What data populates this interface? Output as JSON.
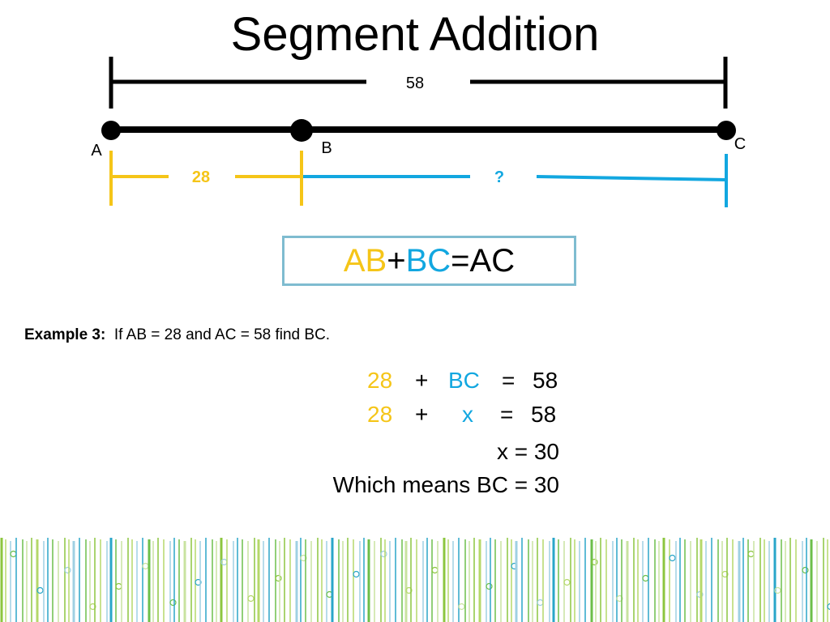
{
  "slide": {
    "title": "Segment Addition"
  },
  "diagram": {
    "total_length": "58",
    "points": {
      "a": "A",
      "b": "B",
      "c": "C"
    },
    "ab_length": "28",
    "bc_length": "?"
  },
  "formula": {
    "left_term": "AB",
    "plus": "+",
    "middle_term": "BC",
    "equals": "=",
    "result": "AC"
  },
  "example": {
    "label": "Example 3:",
    "text": "If AB = 28 and AC = 58 find BC."
  },
  "solution": {
    "line1": {
      "a": "28",
      "plus": "+",
      "b": "BC",
      "eq": "=",
      "c": "58"
    },
    "line2": {
      "a": "28",
      "plus": "+",
      "b": "x",
      "eq": "=",
      "c": "58"
    },
    "line3": "x = 30",
    "line4": "Which means BC = 30"
  },
  "colors": {
    "yellow": "#f5c518",
    "blue": "#12a7e0",
    "box_border": "#7fbcd0",
    "pattern_green": "#8cc63f",
    "pattern_teal": "#2aa6c9"
  }
}
